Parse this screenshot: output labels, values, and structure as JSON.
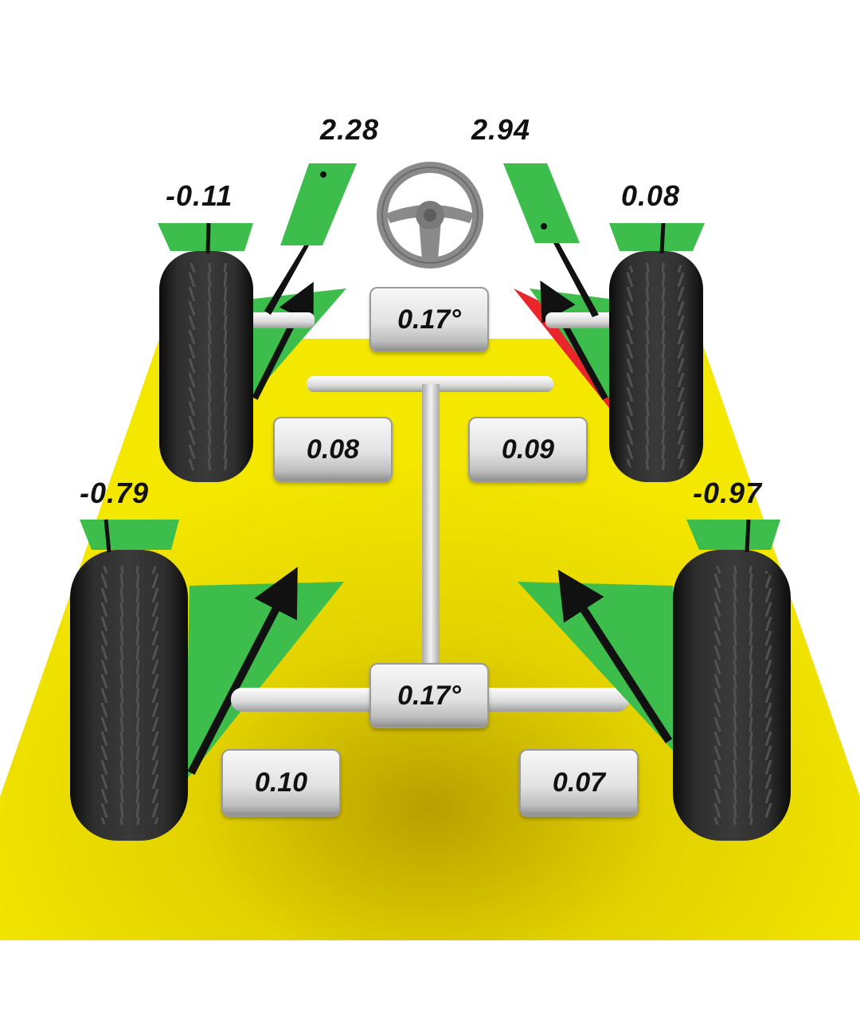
{
  "steering_angle": "2.28",
  "steering_angle_right": "2.94",
  "front_left_camber": "-0.11",
  "front_right_camber": "0.08",
  "rear_left_camber": "-0.79",
  "rear_right_camber": "-0.97",
  "front_total_toe": "0.17°",
  "front_left_toe": "0.08",
  "front_right_toe": "0.09",
  "rear_total_toe": "0.17°",
  "rear_left_toe": "0.10",
  "rear_right_toe": "0.07",
  "colors": {
    "ok": "#3dbd4c",
    "out_of_range": "#e8262b",
    "floor": "#f2e400",
    "floor_dark": "#b9a200",
    "tire": "#1e1e1e",
    "axle": "#d8d8d8"
  },
  "icons": [
    "steering-wheel-icon",
    "direction-arrow-icon"
  ]
}
